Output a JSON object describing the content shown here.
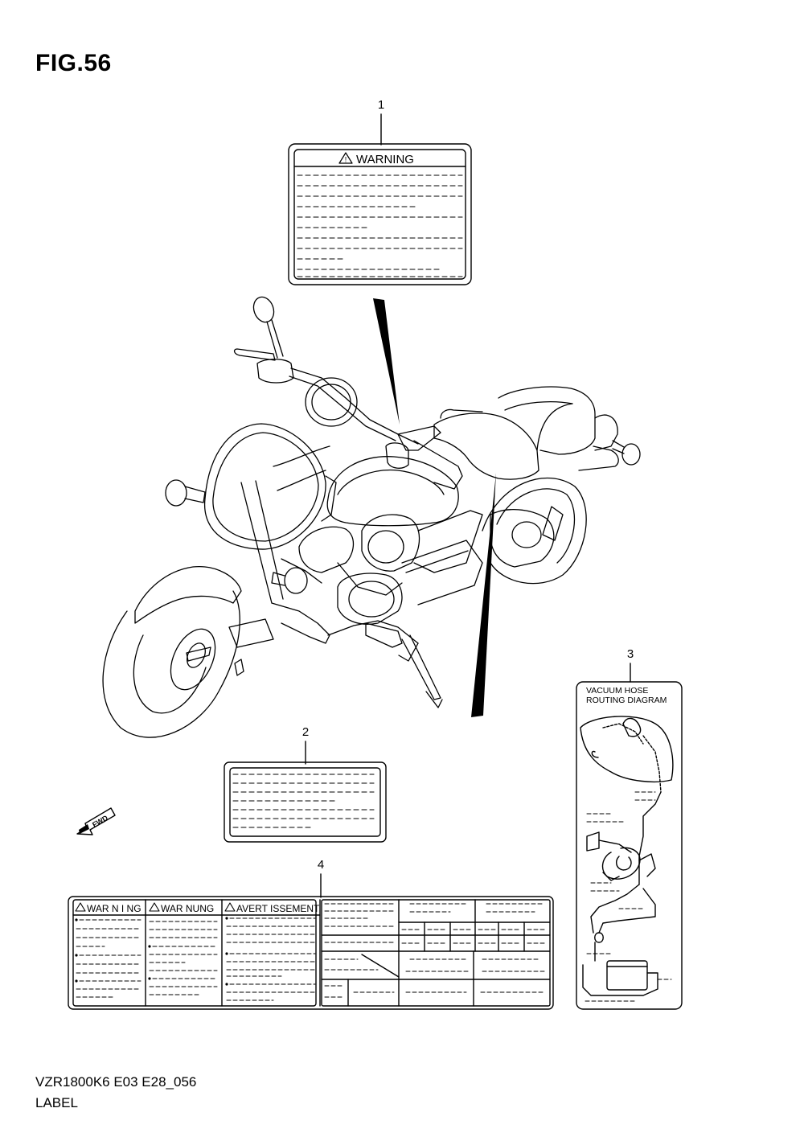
{
  "figure": {
    "title": "FIG.56"
  },
  "callouts": [
    "1",
    "2",
    "3",
    "4"
  ],
  "label1": {
    "heading": "WARNING"
  },
  "label3": {
    "title_line1": "VACUUM HOSE",
    "title_line2": "ROUTING DIAGRAM"
  },
  "label4": {
    "col1": "WAR N I NG",
    "col2": "WAR NUNG",
    "col3": "AVERT ISSEMENT"
  },
  "fwd_arrow": {
    "text": "FWD"
  },
  "footer": {
    "code": "VZR1800K6 E03 E28_056",
    "name": "LABEL"
  },
  "colors": {
    "line": "#000000",
    "background": "#ffffff"
  }
}
